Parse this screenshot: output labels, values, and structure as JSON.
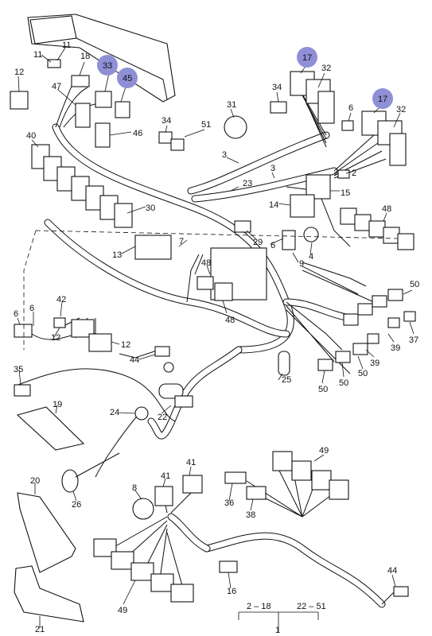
{
  "part_labels": [
    "11",
    "11",
    "18",
    "12",
    "47",
    "33",
    "45",
    "46",
    "17",
    "32",
    "17",
    "32",
    "34",
    "31",
    "34",
    "51",
    "6",
    "3",
    "3",
    "23",
    "2",
    "15",
    "14",
    "40",
    "30",
    "48",
    "29",
    "6",
    "4",
    "9",
    "13",
    "48",
    "7",
    "48",
    "50",
    "42",
    "6",
    "6",
    "12",
    "12",
    "44",
    "39",
    "37",
    "39",
    "50",
    "50",
    "50",
    "35",
    "25",
    "19",
    "24",
    "22",
    "41",
    "49",
    "8",
    "41",
    "36",
    "38",
    "20",
    "26",
    "44",
    "16",
    "49",
    "21",
    "2 – 18",
    "22 – 51",
    "1"
  ],
  "highlighted_refs": [
    "33",
    "45",
    "17",
    "17"
  ],
  "colors": {
    "highlight": "#8f8fd6",
    "line": "#111111",
    "background": "#ffffff"
  }
}
